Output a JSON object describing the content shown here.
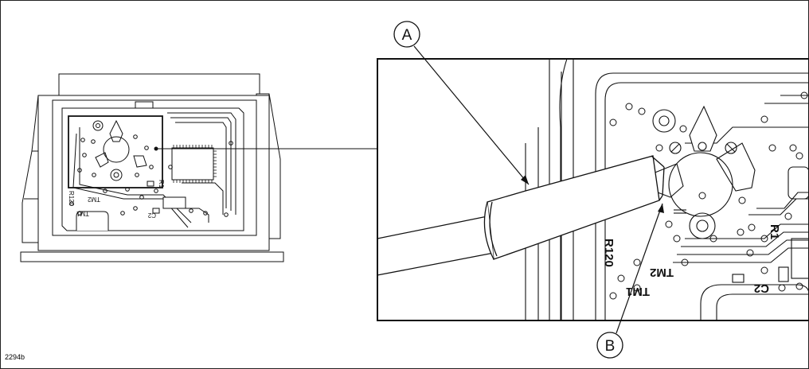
{
  "figure_id": "2294b",
  "callouts": {
    "a": "A",
    "b": "B"
  },
  "board_labels": {
    "r120": "R120",
    "tm2": "TM2",
    "tm1": "TM1",
    "r1": "R1",
    "c2": "C2"
  },
  "colors": {
    "line": "#111111",
    "background": "#ffffff"
  }
}
